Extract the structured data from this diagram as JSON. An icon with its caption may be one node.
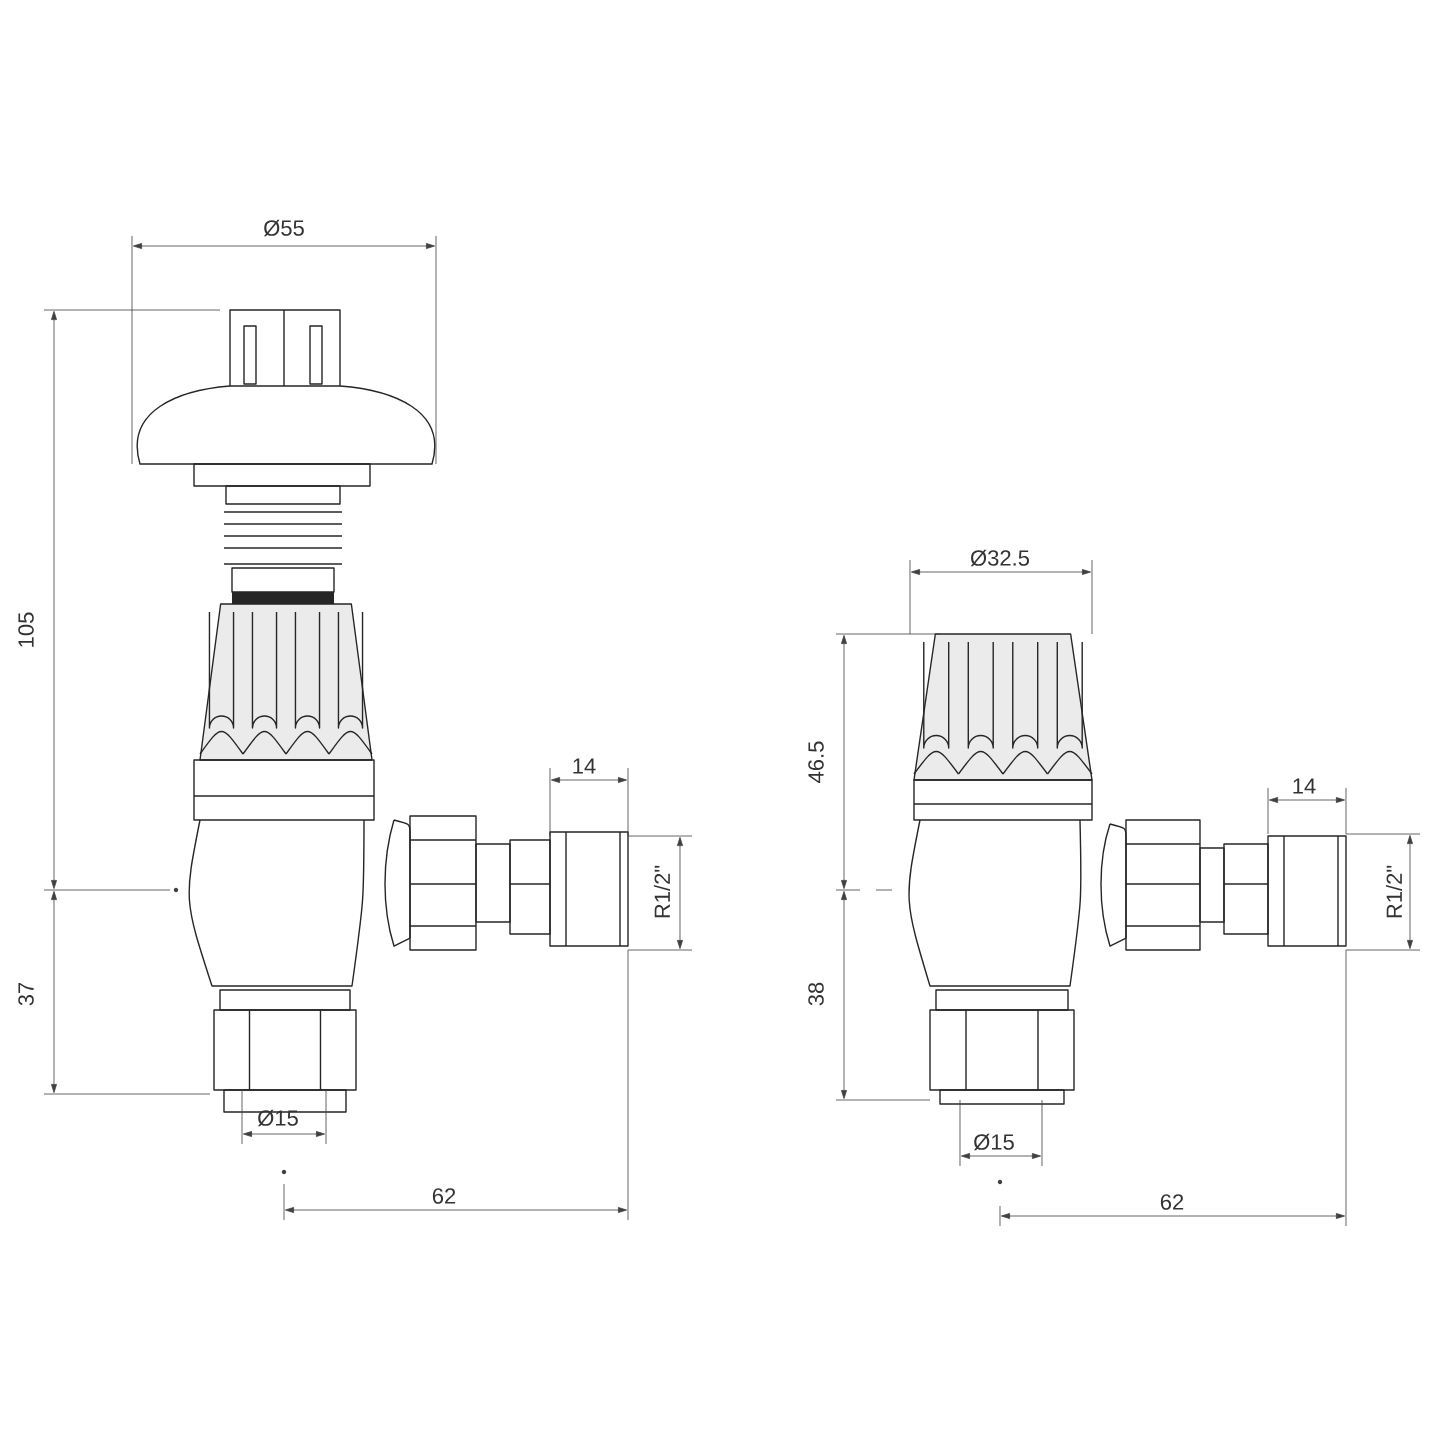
{
  "diagram": {
    "labels": [
      "Ø55",
      "105",
      "37",
      "Ø15",
      "62",
      "14",
      "R1/2\"",
      "Ø32.5",
      "46.5",
      "38",
      "Ø15",
      "62",
      "14",
      "R1/2\""
    ]
  }
}
